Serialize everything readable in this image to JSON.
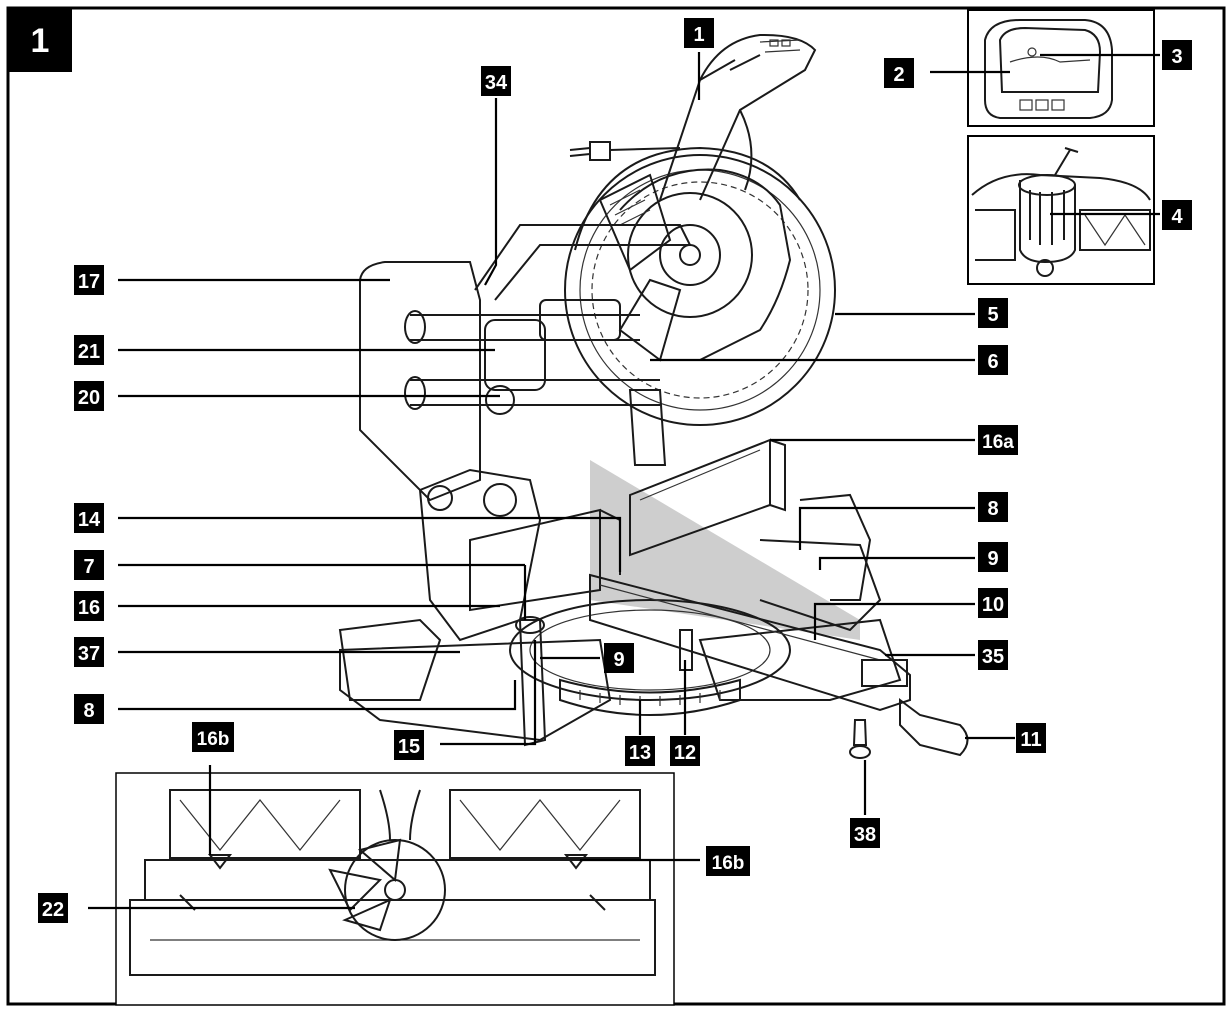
{
  "figure": {
    "number": "1"
  },
  "callouts": [
    {
      "id": "c1",
      "text": "1"
    },
    {
      "id": "c2",
      "text": "2"
    },
    {
      "id": "c3",
      "text": "3"
    },
    {
      "id": "c4",
      "text": "4"
    },
    {
      "id": "c5",
      "text": "5"
    },
    {
      "id": "c6",
      "text": "6"
    },
    {
      "id": "c7",
      "text": "7"
    },
    {
      "id": "c8a",
      "text": "8"
    },
    {
      "id": "c8b",
      "text": "8"
    },
    {
      "id": "c9a",
      "text": "9"
    },
    {
      "id": "c9b",
      "text": "9"
    },
    {
      "id": "c10",
      "text": "10"
    },
    {
      "id": "c11",
      "text": "11"
    },
    {
      "id": "c12",
      "text": "12"
    },
    {
      "id": "c13",
      "text": "13"
    },
    {
      "id": "c14",
      "text": "14"
    },
    {
      "id": "c15",
      "text": "15"
    },
    {
      "id": "c16",
      "text": "16"
    },
    {
      "id": "c16a",
      "text": "16a"
    },
    {
      "id": "c16b1",
      "text": "16b"
    },
    {
      "id": "c16b2",
      "text": "16b"
    },
    {
      "id": "c17",
      "text": "17"
    },
    {
      "id": "c20",
      "text": "20"
    },
    {
      "id": "c21",
      "text": "21"
    },
    {
      "id": "c22",
      "text": "22"
    },
    {
      "id": "c34",
      "text": "34"
    },
    {
      "id": "c35",
      "text": "35"
    },
    {
      "id": "c37",
      "text": "37"
    },
    {
      "id": "c38",
      "text": "38"
    }
  ]
}
